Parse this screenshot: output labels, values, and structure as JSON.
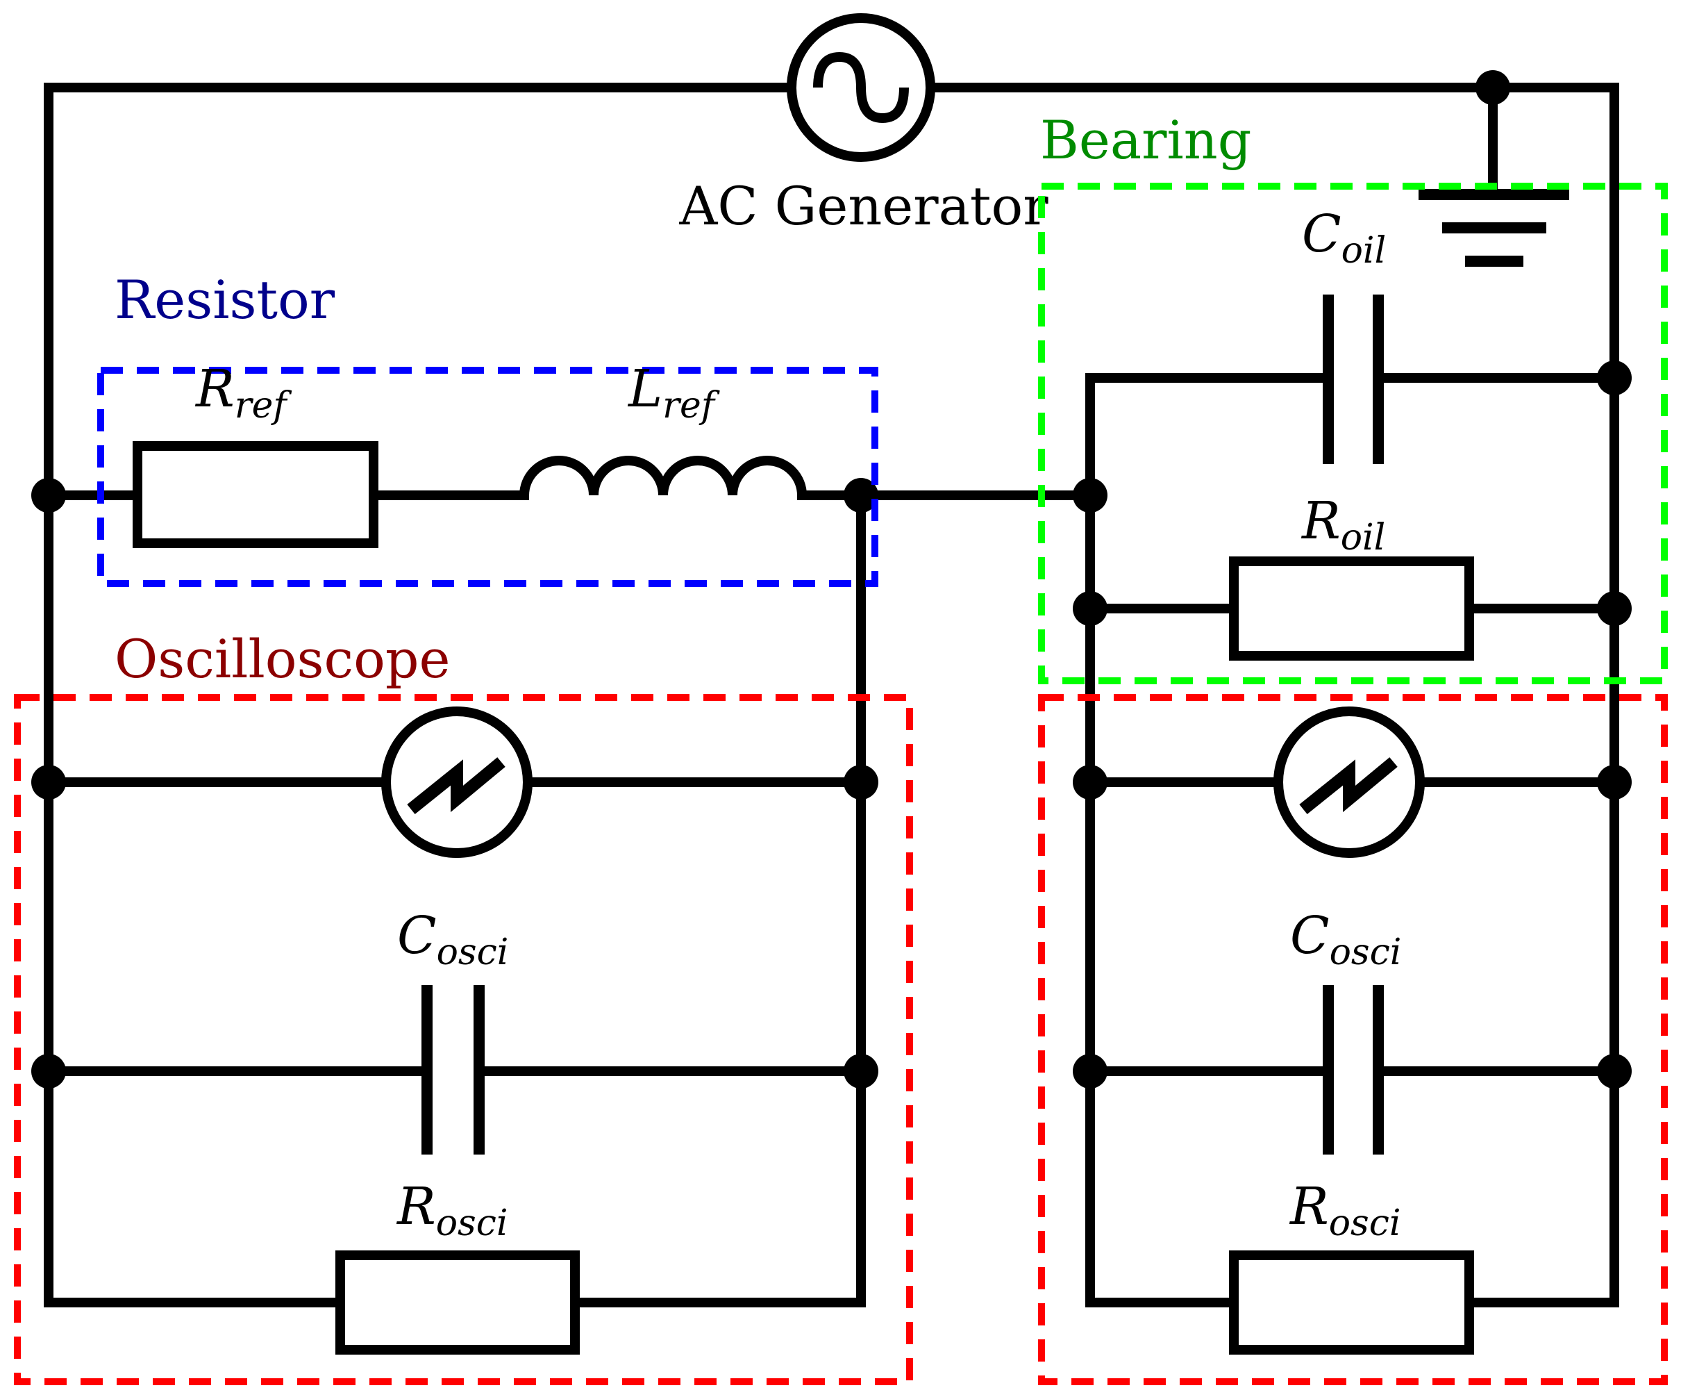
{
  "labels": {
    "generator": "AC Generator",
    "resistor_group": "Resistor",
    "bearing_group": "Bearing",
    "oscilloscope_group": "Oscilloscope"
  },
  "components": {
    "r_ref": {
      "main": "R",
      "sub": "ref"
    },
    "l_ref": {
      "main": "L",
      "sub": "ref"
    },
    "c_oil": {
      "main": "C",
      "sub": "oil"
    },
    "r_oil": {
      "main": "R",
      "sub": "oil"
    },
    "c_osci_left": {
      "main": "C",
      "sub": "osci"
    },
    "r_osci_left": {
      "main": "R",
      "sub": "osci"
    },
    "c_osci_right": {
      "main": "C",
      "sub": "osci"
    },
    "r_osci_right": {
      "main": "R",
      "sub": "osci"
    }
  },
  "colors": {
    "resistor_group": "#0000ff",
    "resistor_label": "#00008b",
    "bearing_group": "#00ff00",
    "bearing_label": "#008b00",
    "oscilloscope_group": "#ff0000",
    "oscilloscope_label": "#8b0000",
    "wire": "#000000"
  },
  "icons": {
    "generator": "ac-source-icon",
    "ground": "ground-icon",
    "oscilloscope": "oscilloscope-icon"
  }
}
